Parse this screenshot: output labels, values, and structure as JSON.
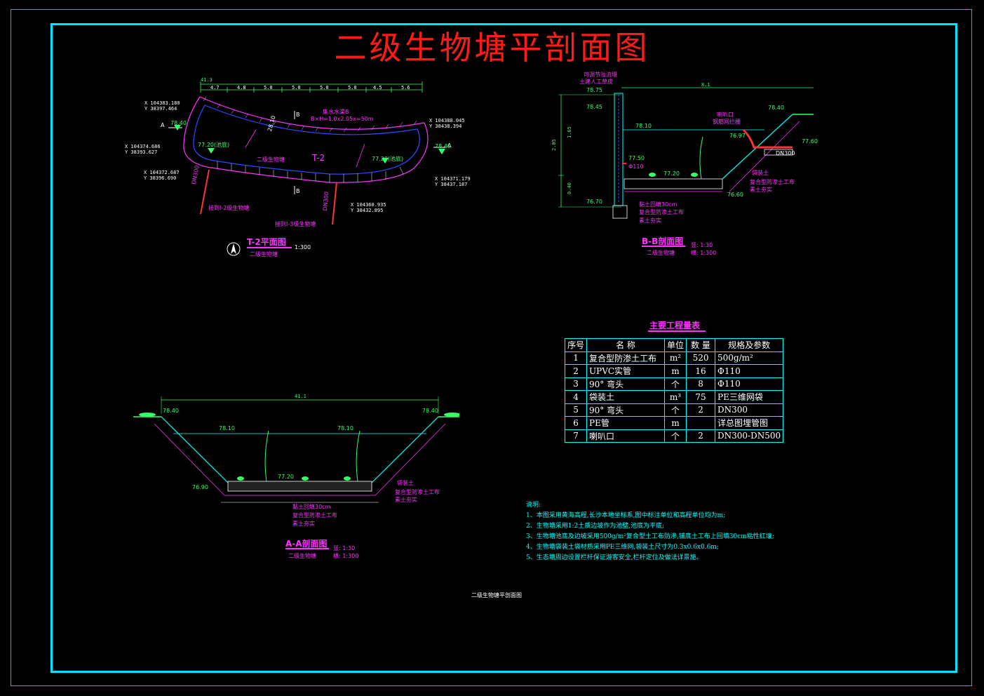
{
  "title": "二级生物塘平剖面图",
  "footer_caption": "二级生物塘平剖面图",
  "plan": {
    "overall_dim": "41.3",
    "segment_dims": [
      "4.7",
      "4.8",
      "5.0",
      "5.0",
      "5.0",
      "5.0",
      "4.5",
      "5.6"
    ],
    "coords": [
      {
        "x": "X 104383.180",
        "y": "Y 38397.464"
      },
      {
        "x": "X 104388.045",
        "y": "Y 38438.394"
      },
      {
        "x": "X 104374.686",
        "y": "Y 38393.627"
      },
      {
        "x": "X 104372.687",
        "y": "Y 38396.690"
      },
      {
        "x": "X 104371.179",
        "y": "Y 38437.187"
      },
      {
        "x": "X 104360.935",
        "y": "Y 38432.895"
      }
    ],
    "elev_left": "78.40",
    "elev_right": "78.40",
    "pool_bottom_1": "77.20(池底)",
    "pool_bottom_2": "77.20(池底)",
    "pond_name": "二级生物塘",
    "pond_id": "T-2",
    "weir_note_1": "集水水渠B",
    "weir_note_2": "B×H=1.0x2.05x=50m",
    "pipe_left_label": "接到Ⅰ-2级生物塘",
    "pipe_right_label": "接到Ⅰ-3级生物塘",
    "pipe_left_dim": "DN300",
    "pipe_right_dim": "DN300",
    "inner_dim": "28.10",
    "section_a": "A",
    "section_b": "B",
    "view_title": "T-2平面图",
    "view_sub": "二级生物塘",
    "view_scale": "1:300"
  },
  "bb": {
    "top_label_1": "可调节溢流堰",
    "top_label_2": "土建人工草皮",
    "dim_top": "8.1",
    "elev_top_left": "78.75",
    "elev_wall": "78.45",
    "elev_water": "78.10",
    "elev_pipe": "77.50",
    "pipe_dia": "Φ110",
    "elev_bottom": "77.20",
    "elev_base": "76.70",
    "elev_right_top": "78.40",
    "elev_right_out": "77.60",
    "elev_toe": "76.60",
    "elev_inlet": "76.97",
    "outlet_label_1": "喇叭口",
    "outlet_label_2": "钢筋网拦栅",
    "dn_label": "DN300",
    "side_dim_total": "2.05",
    "side_dim_upper": "1.65",
    "side_dim_lower": "0.40",
    "layers": [
      "袋装土",
      "复合型防渗土工布",
      "素土夯实"
    ],
    "layers_bottom": [
      "黏土回填30cm",
      "复合型防渗土工布",
      "素土夯实"
    ],
    "view_title": "B-B剖面图",
    "view_sub": "二级生物塘",
    "scale_1": "竖: 1:30",
    "scale_2": "横: 1:300"
  },
  "aa": {
    "overall_dim": "41.1",
    "elev_left_top": "78.40",
    "elev_right_top": "78.40",
    "elev_water_1": "78.10",
    "elev_water_2": "78.10",
    "elev_bottom": "77.20",
    "elev_toe": "76.90",
    "layers_slope": [
      "袋装土",
      "复合型防渗土工布",
      "素土夯实"
    ],
    "layers_bottom": [
      "黏土回填30cm",
      "复合型防渗土工布",
      "素土夯实"
    ],
    "view_title": "A-A剖面图",
    "view_sub": "二级生物塘",
    "scale_1": "竖: 1:30",
    "scale_2": "横: 1:300"
  },
  "table": {
    "title": "主要工程量表",
    "headers": [
      "序号",
      "名 称",
      "单位",
      "数 量",
      "规格及参数"
    ],
    "rows": [
      [
        "1",
        "复合型防渗土工布",
        "m²",
        "520",
        "500g/m²"
      ],
      [
        "2",
        "UPVC实管",
        "m",
        "16",
        "Φ110"
      ],
      [
        "3",
        "90° 弯头",
        "个",
        "8",
        "Φ110"
      ],
      [
        "4",
        "袋装土",
        "m³",
        "75",
        "PE三维网袋"
      ],
      [
        "5",
        "90° 弯头",
        "个",
        "2",
        "DN300"
      ],
      [
        "6",
        "PE管",
        "m",
        "",
        "详总图埋管图"
      ],
      [
        "7",
        "喇叭口",
        "个",
        "2",
        "DN300-DN500"
      ]
    ]
  },
  "notes": {
    "heading": "说明:",
    "items": [
      "1、本图采用黄海高程,长沙本地坐标系,图中标注单位和高程单位均为m;",
      "2、生物塘采用1:2土质边坡作为池壁,池底为平底;",
      "3、生物塘池底及边坡采用500g/m²复合型土工布防渗,铺底土工布上回填30cm粘性红壤;",
      "4、生物塘袋装土袋材质采用PE三维网,袋装土尺寸为0.3x0.6x0.6m;",
      "5、生态塘周边设置栏杆保证游客安全,栏杆定位及做法详景施。"
    ]
  }
}
